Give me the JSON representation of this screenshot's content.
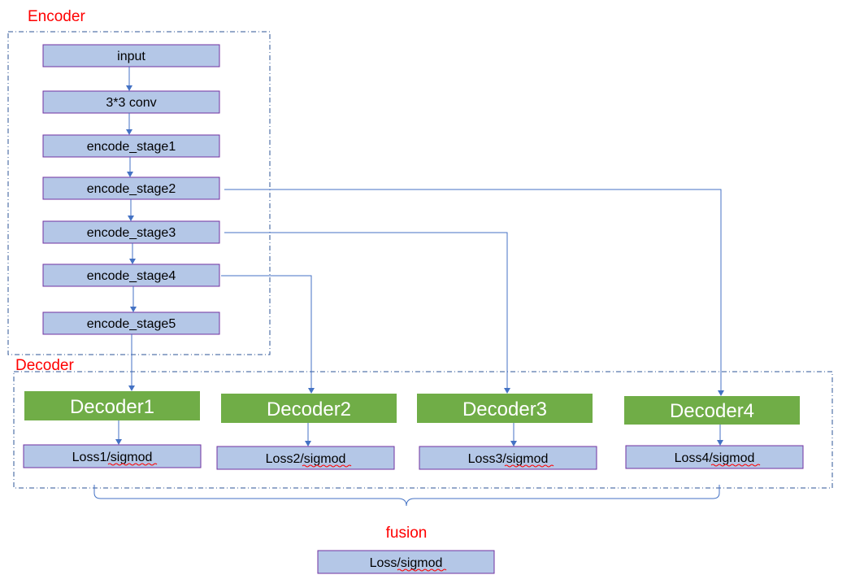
{
  "labels": {
    "encoder": "Encoder",
    "decoder": "Decoder",
    "fusion": "fusion"
  },
  "encoder_stages": [
    "input",
    "3*3 conv",
    "encode_stage1",
    "encode_stage2",
    "encode_stage3",
    "encode_stage4",
    "encode_stage5"
  ],
  "decoders": [
    "Decoder1",
    "Decoder2",
    "Decoder3",
    "Decoder4"
  ],
  "losses": [
    {
      "prefix": "Loss1/",
      "suffix": "sigmod"
    },
    {
      "prefix": "Loss2/",
      "suffix": "sigmod"
    },
    {
      "prefix": "Loss3/",
      "suffix": "sigmod"
    },
    {
      "prefix": "Loss4/",
      "suffix": "sigmod"
    }
  ],
  "final_loss": {
    "prefix": "Loss/",
    "suffix": "sigmod"
  },
  "colors": {
    "encoder_box": "#b4c7e7",
    "decoder_box": "#70ad47",
    "connector": "#4472c4",
    "label_red": "#ff0000"
  }
}
